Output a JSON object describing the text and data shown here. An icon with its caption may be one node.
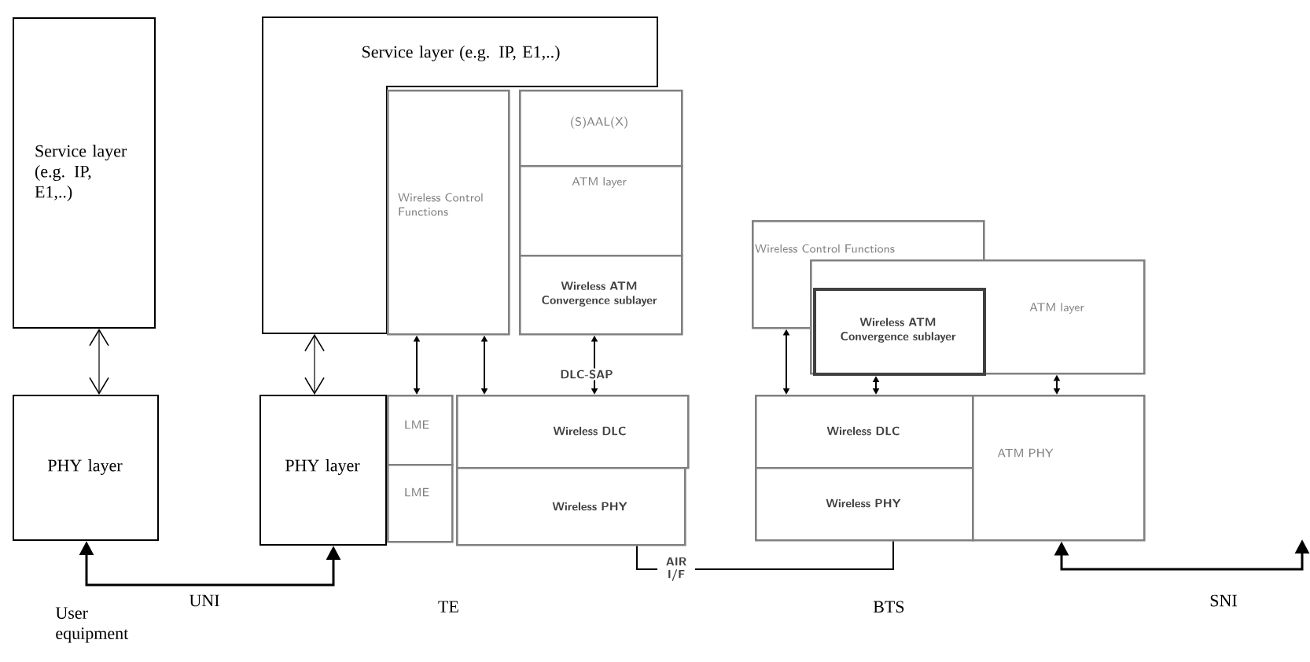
{
  "diagram": {
    "nodes": [
      {
        "text": [
          "Service layer (e.g. IP, E1,..)"
        ]
      },
      {
        "text": [
          "PHY layer"
        ]
      },
      {
        "text": [
          "Service layer (e.g. IP, E1,..)"
        ]
      },
      {
        "text": [
          "PHY layer"
        ]
      },
      {
        "text": [
          "Wireless Control Functions"
        ]
      },
      {
        "text": [
          "(S)AAL(X)"
        ]
      },
      {
        "text": [
          "ATM layer"
        ]
      },
      {
        "text": [
          "Wireless ATM Convergence sublayer"
        ]
      },
      {
        "text": [
          "LME"
        ]
      },
      {
        "text": [
          "LME"
        ]
      },
      {
        "text": [
          "Wireless DLC"
        ]
      },
      {
        "text": [
          "Wireless PHY"
        ]
      },
      {
        "text": [
          "Wireless Control Functions"
        ]
      },
      {
        "text": [
          "ATM layer"
        ]
      },
      {
        "text": [
          "Wireless ATM Convergence sublayer"
        ],
        "in": 13
      },
      {
        "text": [
          "Wireless DLC"
        ]
      },
      {
        "text": [
          "Wireless PHY"
        ]
      },
      {
        "text": [
          "ATM PHY"
        ]
      }
    ],
    "edges": [
      {
        "from": 0,
        "to": 1,
        "arrow": "both"
      },
      {
        "from": 2,
        "to": 3,
        "arrow": "both"
      },
      {
        "from": 1,
        "to": 3,
        "arrow": "both",
        "label": "UNI"
      },
      {
        "from": 4,
        "to": 8,
        "arrow": "both"
      },
      {
        "from": 4,
        "to": 10,
        "arrow": "both"
      },
      {
        "from": 7,
        "to": 10,
        "arrow": "both",
        "label": "DLC-SAP"
      },
      {
        "from": 11,
        "to": 16,
        "arrow": "none",
        "label": "AIR I/F"
      },
      {
        "from": 12,
        "to": 15,
        "arrow": "both"
      },
      {
        "from": 14,
        "to": 15,
        "arrow": "both"
      },
      {
        "from": 13,
        "to": 17,
        "arrow": "both"
      },
      {
        "from": 17,
        "to": null,
        "arrow": "both",
        "label": "SNI"
      }
    ],
    "labels": [
      "User equipment",
      "TE",
      "BTS"
    ]
  }
}
